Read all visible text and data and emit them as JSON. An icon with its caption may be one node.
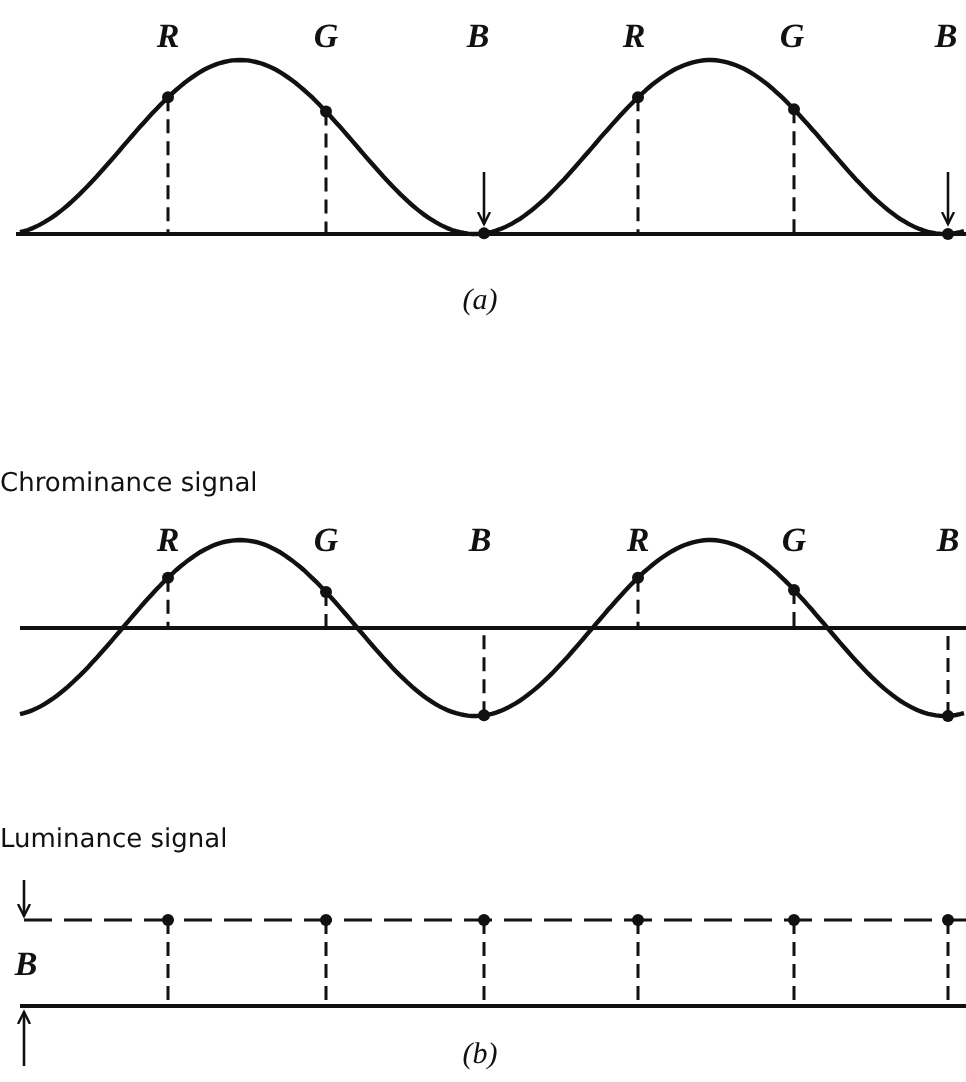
{
  "diagram": {
    "labels": [
      "R",
      "G",
      "B",
      "R",
      "G",
      "B",
      "(a)",
      "Chrominance signal",
      "R",
      "G",
      "B",
      "R",
      "G",
      "B",
      "Luminance signal",
      "B",
      "(b)"
    ]
  }
}
